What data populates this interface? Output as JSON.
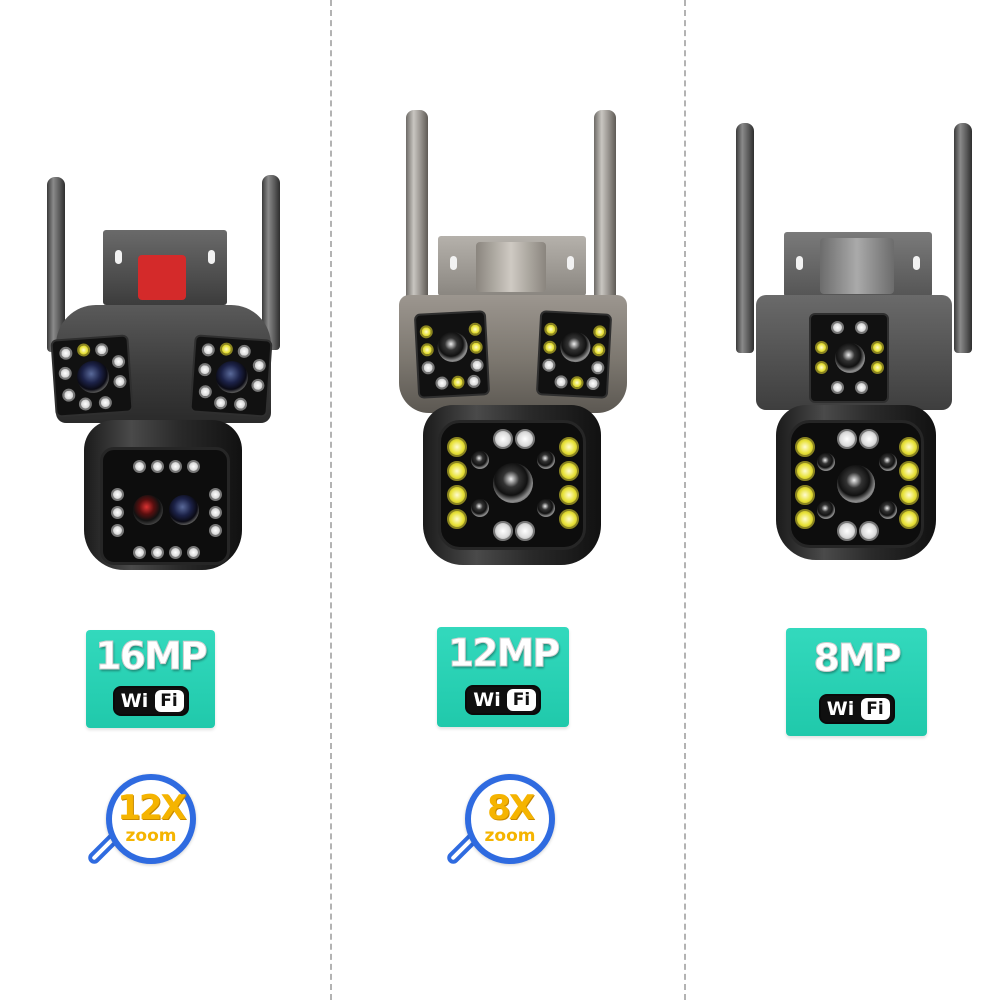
{
  "layout": {
    "columns": 3,
    "divider_style": "dashed",
    "divider_color": "#b3b3b3",
    "background": "#ffffff"
  },
  "colors": {
    "badge_teal": "#20c9ab",
    "zoom_blue": "#2f6be0",
    "zoom_yellow": "#f5b400"
  },
  "products": [
    {
      "name": "16MP camera",
      "camera_finish": "black",
      "resolution_label": "16MP",
      "wifi_label_left": "Wi",
      "wifi_label_right": "Fi",
      "zoom_value": "12X",
      "zoom_word": "zoom"
    },
    {
      "name": "12MP camera",
      "camera_finish": "silver",
      "resolution_label": "12MP",
      "wifi_label_left": "Wi",
      "wifi_label_right": "Fi",
      "zoom_value": "8X",
      "zoom_word": "zoom"
    },
    {
      "name": "8MP camera",
      "camera_finish": "dark-grey",
      "resolution_label": "8MP",
      "wifi_label_left": "Wi",
      "wifi_label_right": "Fi"
    }
  ]
}
